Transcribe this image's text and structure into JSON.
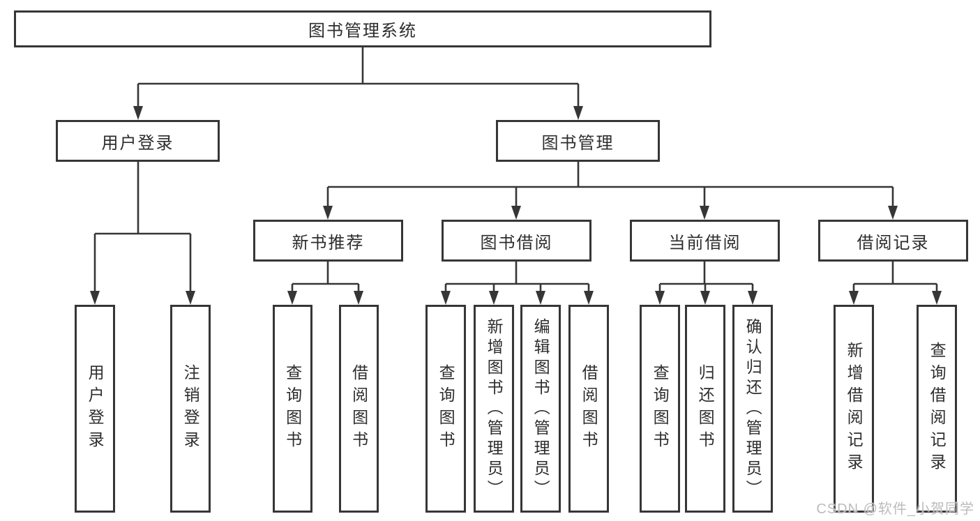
{
  "diagram": {
    "root": {
      "label": "图书管理系统"
    },
    "branches": [
      {
        "label": "用户登录",
        "children": [
          {
            "label": "用户登录"
          },
          {
            "label": "注销登录"
          }
        ]
      },
      {
        "label": "图书管理",
        "children": [
          {
            "label": "新书推荐",
            "children": [
              {
                "label": "查询图书"
              },
              {
                "label": "借阅图书"
              }
            ]
          },
          {
            "label": "图书借阅",
            "children": [
              {
                "label": "查询图书"
              },
              {
                "label": "新增图书（管理员）"
              },
              {
                "label": "编辑图书（管理员）"
              },
              {
                "label": "借阅图书"
              }
            ]
          },
          {
            "label": "当前借阅",
            "children": [
              {
                "label": "查询图书"
              },
              {
                "label": "归还图书"
              },
              {
                "label": "确认归还（管理员）"
              }
            ]
          },
          {
            "label": "借阅记录",
            "children": [
              {
                "label": "新增借阅记录"
              },
              {
                "label": "查询借阅记录"
              }
            ]
          }
        ]
      }
    ]
  },
  "watermark": {
    "text": "CSDN @软件_小贺同学"
  },
  "colors": {
    "line": "#363636",
    "box_border": "#363636",
    "text": "#2d2d2d",
    "background": "#ffffff",
    "watermark": "#bcbcbc"
  }
}
